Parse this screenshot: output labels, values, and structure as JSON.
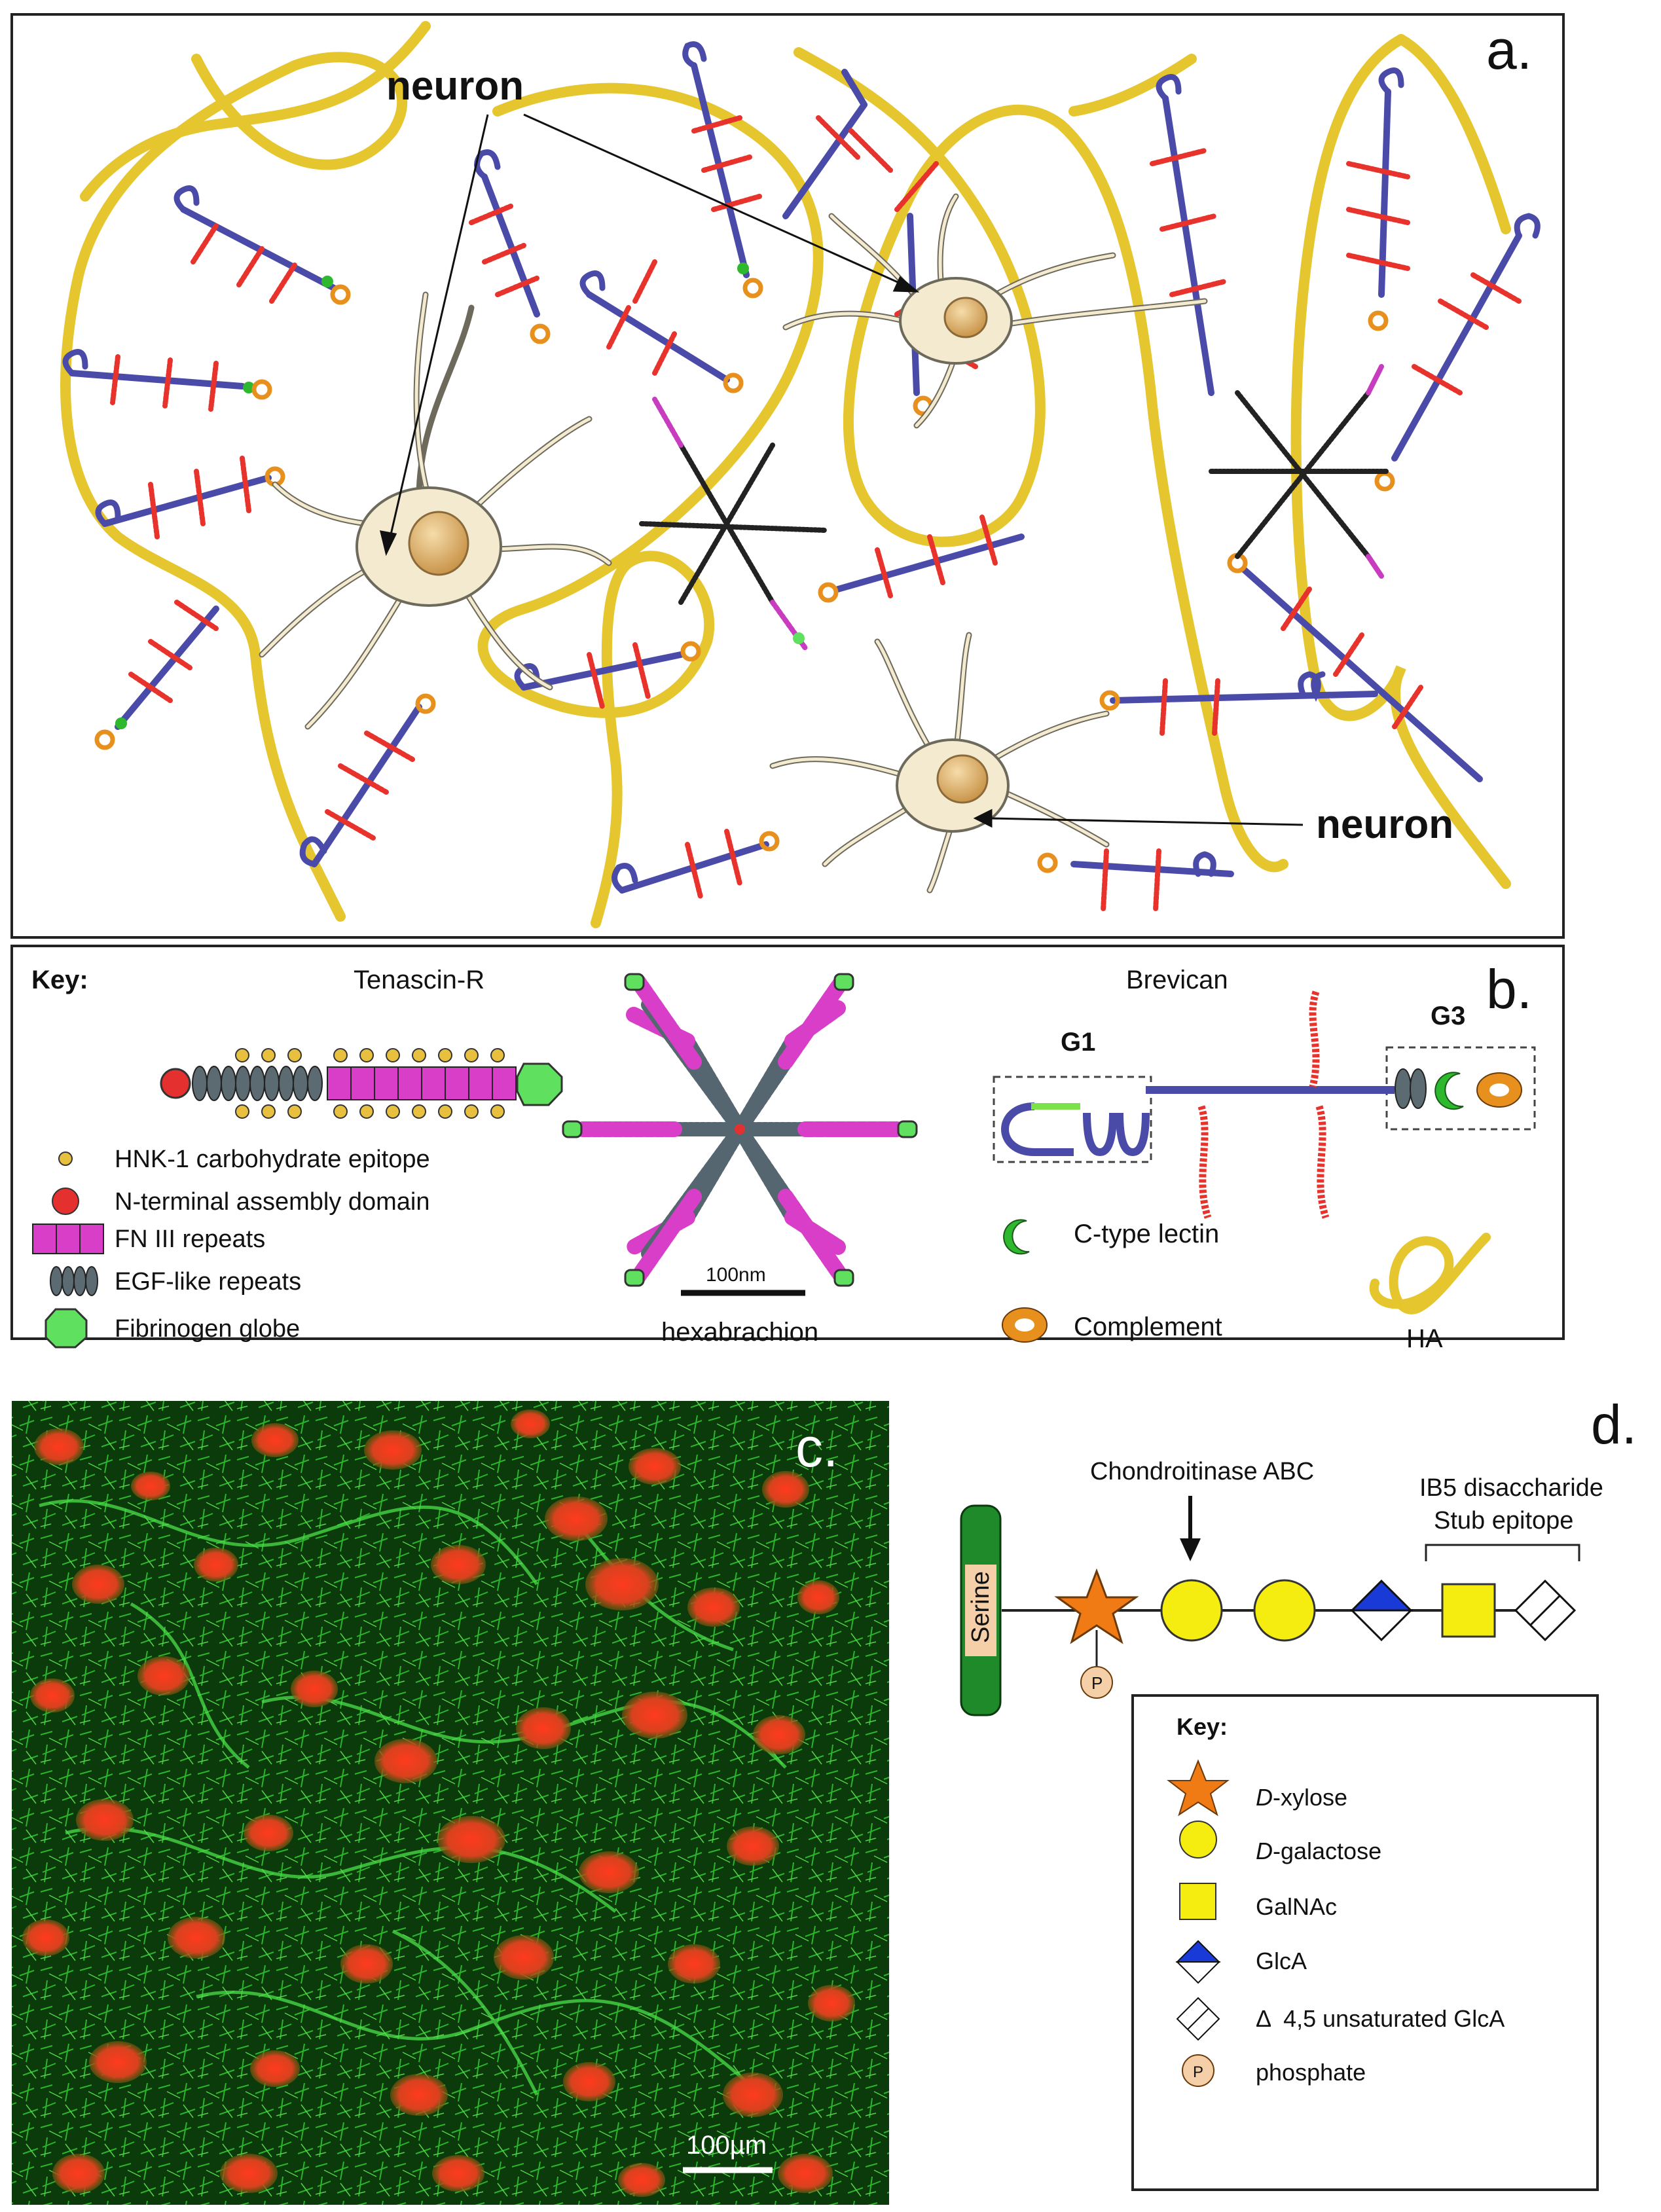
{
  "panels": {
    "a": {
      "letter": "a.",
      "neuron_label_1": "neuron",
      "neuron_label_2": "neuron"
    },
    "b": {
      "letter": "b.",
      "key_title": "Key:",
      "tenascin_title": "Tenascin-R",
      "brevican_title": "Brevican",
      "g1_label": "G1",
      "g3_label": "G3",
      "scale_label": "100nm",
      "hexabrachion_label": "hexabrachion",
      "legend": [
        {
          "icon": "hnk1-dot",
          "text": "HNK-1 carbohydrate epitope"
        },
        {
          "icon": "n-terminal-dot",
          "text": "N-terminal assembly domain"
        },
        {
          "icon": "fn3-repeats",
          "text": "FN III repeats"
        },
        {
          "icon": "egf-repeats",
          "text": "EGF-like repeats"
        },
        {
          "icon": "fibrinogen-globe",
          "text": "Fibrinogen globe"
        }
      ],
      "lectin_label": "C-type lectin",
      "complement_label": "Complement",
      "ha_label": "HA"
    },
    "c": {
      "letter": "c.",
      "scale_label": "100µm"
    },
    "d": {
      "letter": "d.",
      "serine_label": "Serine",
      "enzyme_label": "Chondroitinase ABC",
      "stub_label_1": "IB5 disaccharide",
      "stub_label_2": "Stub epitope",
      "phosphate_glyph": "P",
      "key_title": "Key:",
      "key": [
        {
          "icon": "xylose-star",
          "prefix": "D",
          "text": "-xylose"
        },
        {
          "icon": "galactose-circle",
          "prefix": "D",
          "text": "-galactose"
        },
        {
          "icon": "galnac-square",
          "prefix": "",
          "text": "GalNAc"
        },
        {
          "icon": "glca-diamond",
          "prefix": "",
          "text": "GlcA"
        },
        {
          "icon": "unsat-glca-diamond",
          "prefix": "",
          "text": "Δ  4,5 unsaturated GlcA"
        },
        {
          "icon": "phosphate-circle",
          "prefix": "",
          "text": "phosphate"
        }
      ]
    }
  },
  "colors": {
    "ha": "#e6c62e",
    "core": "#4a4aa8",
    "gag": "#e8322c",
    "lectin": "#2db82d",
    "complement": "#e8901e",
    "fn3": "#d83ec8",
    "egf": "#5c6a72",
    "hnk": "#e8c040",
    "globe": "#5fe05f",
    "nterm": "#e53030",
    "neuron_body": "#f3ead0",
    "nucleus": "#e0b878",
    "xylose": "#f07a14",
    "galactose": "#f5ec10",
    "glca": "#1a3ad8",
    "serine_bar": "#1e8a2a",
    "serine_label": "#f5cfa8"
  }
}
